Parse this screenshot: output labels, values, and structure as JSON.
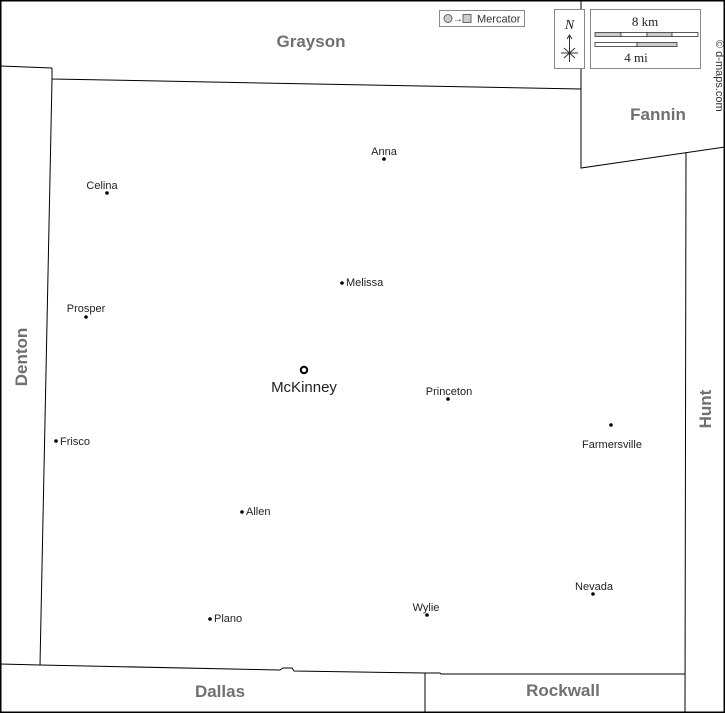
{
  "counties": {
    "grayson": "Grayson",
    "fannin": "Fannin",
    "denton": "Denton",
    "hunt": "Hunt",
    "dallas": "Dallas",
    "rockwall": "Rockwall"
  },
  "seat": {
    "name": "McKinney"
  },
  "towns": [
    "Anna",
    "Celina",
    "Melissa",
    "Prosper",
    "Princeton",
    "Farmersville",
    "Frisco",
    "Allen",
    "Nevada",
    "Wylie",
    "Plano"
  ],
  "projection": "Mercator",
  "compass": "N",
  "scale": {
    "km": "8 km",
    "mi": "4 mi"
  },
  "credit": "© d-maps.com"
}
